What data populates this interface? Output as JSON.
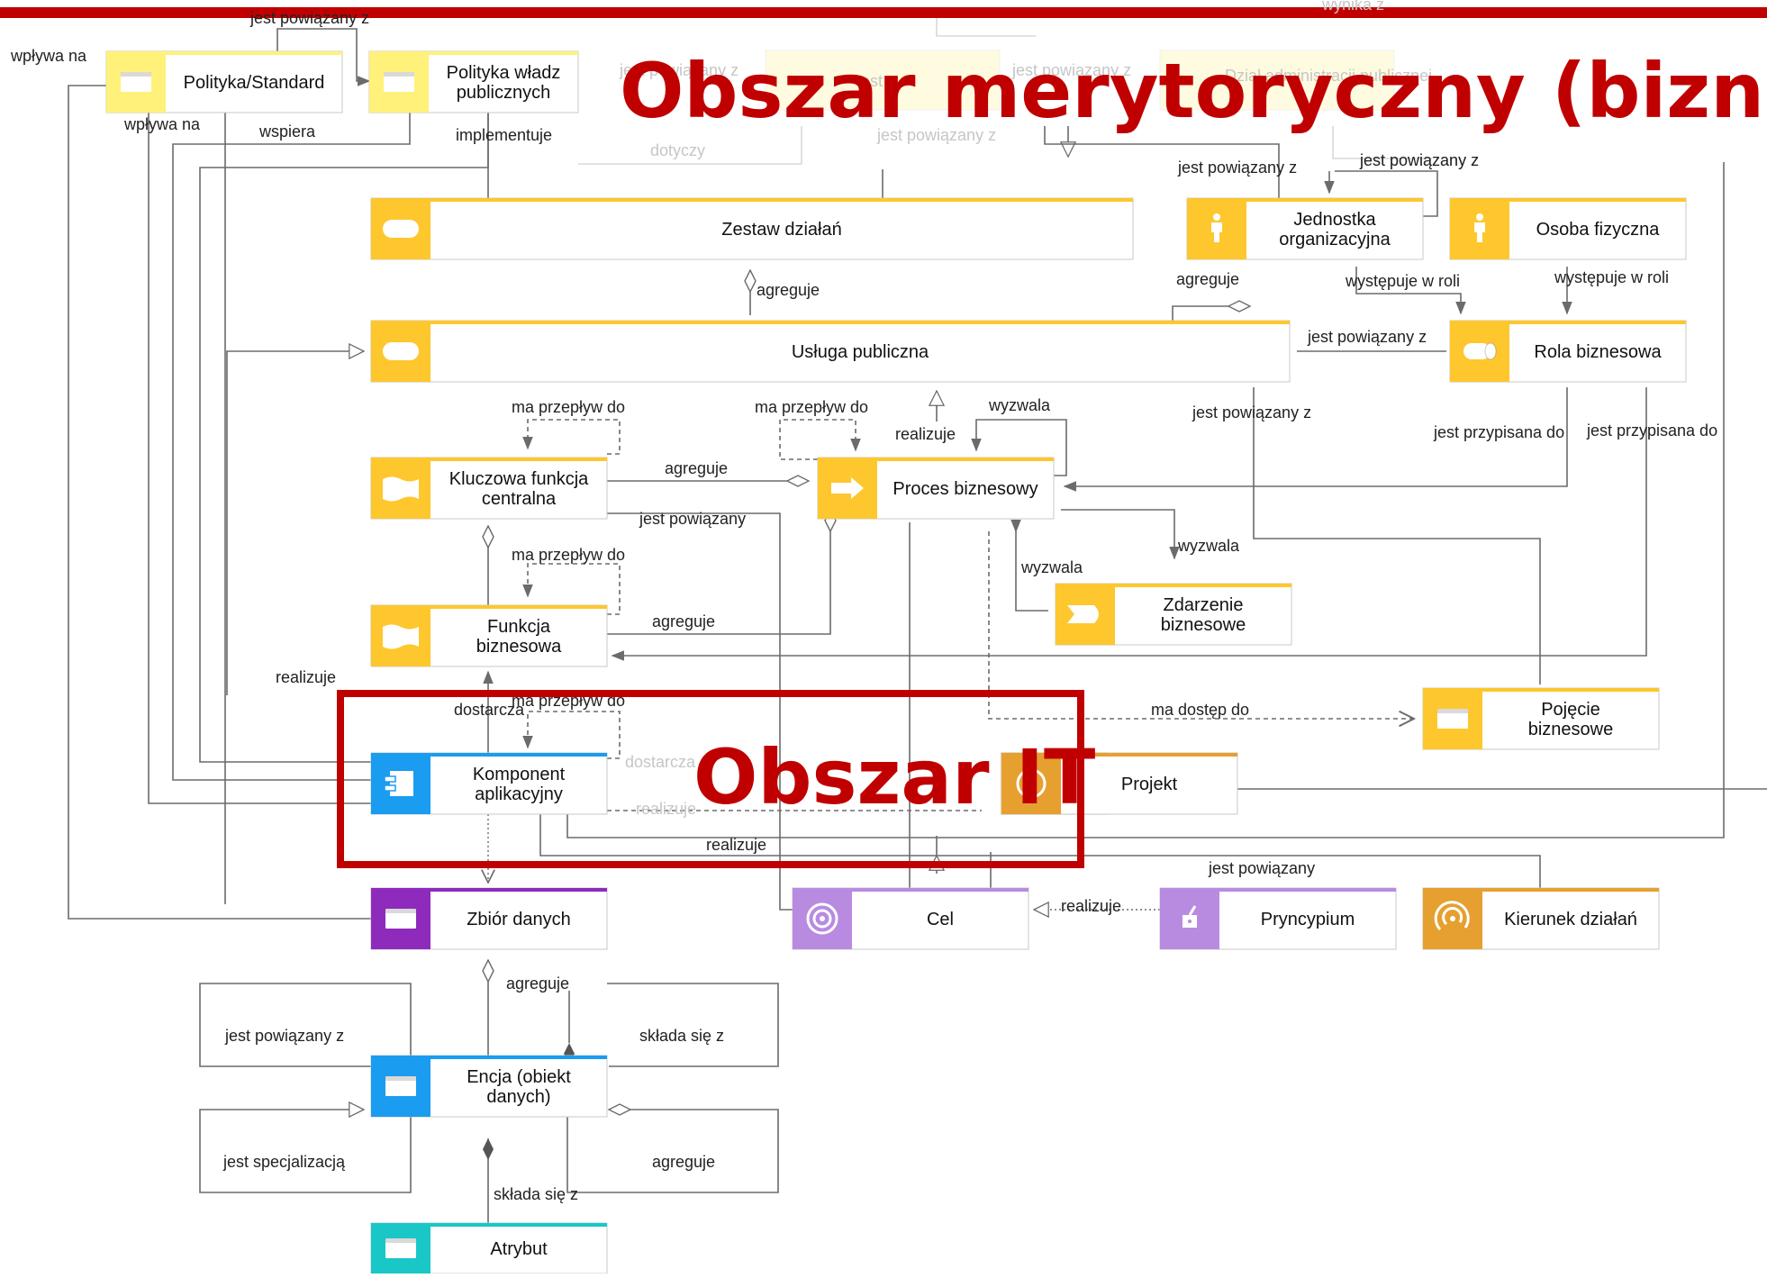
{
  "top_bar_color": "#c00000",
  "colors": {
    "yellow_light": "#fff17a",
    "yellow": "#fdc72d",
    "blue": "#1a9cf0",
    "purple": "#8e2bbd",
    "lavender": "#b98be0",
    "orange": "#e6a030",
    "teal": "#19c7c7",
    "title_red": "#c00000"
  },
  "overlay": {
    "business_title": "Obszar merytoryczny (bizneso",
    "it_title": "Obszar IT"
  },
  "nodes": {
    "polityka_standard": {
      "label": "Polityka/Standard",
      "icon": "window-icon"
    },
    "polityka_wladz": {
      "label": "Polityka władz\npublicznych",
      "icon": "window-icon"
    },
    "zestaw_dzialan": {
      "label": "Zestaw działań",
      "icon": "rounded-rect-icon"
    },
    "jednostka": {
      "label": "Jednostka\norganizacyjna",
      "icon": "person-icon"
    },
    "osoba": {
      "label": "Osoba fizyczna",
      "icon": "person-icon"
    },
    "usluga": {
      "label": "Usługa publiczna",
      "icon": "rounded-rect-icon"
    },
    "rola": {
      "label": "Rola biznesowa",
      "icon": "cylinder-icon"
    },
    "kluczowa": {
      "label": "Kluczowa funkcja\ncentralna",
      "icon": "banner-icon"
    },
    "proces": {
      "label": "Proces biznesowy",
      "icon": "arrow-right-icon"
    },
    "zdarzenie": {
      "label": "Zdarzenie\nbiznesowe",
      "icon": "event-icon"
    },
    "funkcja": {
      "label": "Funkcja\nbiznesowa",
      "icon": "banner-icon"
    },
    "pojecie": {
      "label": "Pojęcie\nbiznesowe",
      "icon": "window-icon"
    },
    "komponent": {
      "label": "Komponent\naplikacyjny",
      "icon": "component-icon"
    },
    "projekt": {
      "label": "Projekt",
      "icon": "project-icon"
    },
    "zbior": {
      "label": "Zbiór danych",
      "icon": "window-icon"
    },
    "cel": {
      "label": "Cel",
      "icon": "target-icon"
    },
    "pryncypium": {
      "label": "Pryncypium",
      "icon": "principle-icon"
    },
    "kierunek": {
      "label": "Kierunek działań",
      "icon": "course-icon"
    },
    "encja": {
      "label": "Encja (obiekt\ndanych)",
      "icon": "window-icon"
    },
    "atrybut": {
      "label": "Atrybut",
      "icon": "window-icon"
    }
  },
  "faded": {
    "wynika_z": "wynika z",
    "jest_powiazany_top": "jest powiązany z",
    "jest_powiazany_right": "jest powiązany z",
    "dzial": "Dział administracji\npublicznej",
    "dotyczy": "dotyczy",
    "jest_powiazany_mid": "jest powiązany z",
    "jest_p": "est p",
    "realizuje_it": "realizuje",
    "dostarcza_it": "dostarcza"
  },
  "edge_labels": {
    "jest_powiazany_z_top": "jest powiązany z",
    "wplywa_na_1": "wpływa na",
    "wplywa_na_2": "wpływa na",
    "wspiera": "wspiera",
    "implementuje": "implementuje",
    "jest_powiazany_z_a": "jest powiązany z",
    "jest_powiazany_z_b": "jest powiązany z",
    "agreguje_1": "agreguje",
    "agreguje_2": "agreguje",
    "wystepuje_1": "występuje w roli",
    "wystepuje_2": "występuje w roli",
    "jest_powiazany_z_rola": "jest powiązany z",
    "ma_przeplyw_1": "ma przepływ do",
    "ma_przeplyw_2": "ma przepływ do",
    "realizuje_1": "realizuje",
    "wyzwala_1": "wyzwala",
    "jest_powiazany_z_c": "jest powiązany z",
    "jest_przypisana_1": "jest przypisana do",
    "jest_przypisana_2": "jest przypisana do",
    "agreguje_3": "agreguje",
    "jest_powiazany": "jest powiązany",
    "ma_przeplyw_3": "ma przepływ do",
    "wyzwala_2": "wyzwala",
    "wyzwala_3": "wyzwala",
    "agreguje_4": "agreguje",
    "realizuje_2": "realizuje",
    "ma_przeplyw_4": "ma przepływ do",
    "dostarcza": "dostarcza",
    "ma_dostep": "ma dostęp do",
    "realizuje_3": "realizuje",
    "jest_powiazany_2": "jest powiązany",
    "realizuje_4": "realizuje",
    "agreguje_5": "agreguje",
    "jest_powiazany_z_enc": "jest powiązany z",
    "sklada_sie_1": "składa się z",
    "jest_specjalizacja": "jest specjalizacją",
    "agreguje_6": "agreguje",
    "sklada_sie_2": "składa się z"
  }
}
